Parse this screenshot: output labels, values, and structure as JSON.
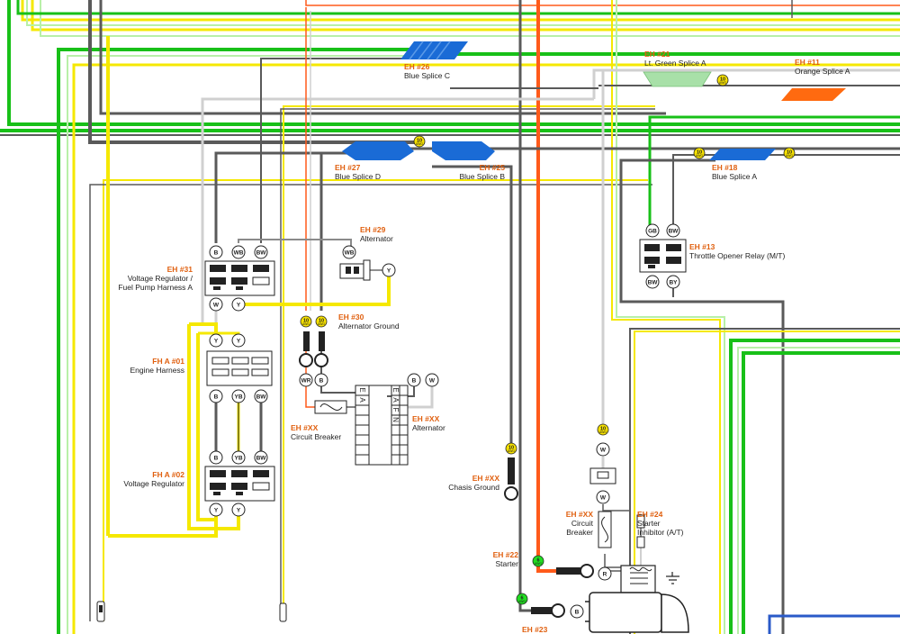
{
  "colors": {
    "black": "#222222",
    "dark_gray": "#5a5a5a",
    "gray": "#8a8a8a",
    "light_gray": "#d0d0d0",
    "green": "#18c018",
    "yellow": "#f5e800",
    "light_green": "#b8f0a8",
    "orange": "#ff5a1a",
    "blue_splice": "#1a6bd6",
    "green_splice": "#a8e0a8",
    "orange_splice": "#ff6a10",
    "code_text": "#e06010",
    "awg_marker": "#f5e000",
    "awg_marker_green": "#22dd22",
    "frame_blue": "#2a5ac8"
  },
  "splices": {
    "eh26": {
      "code": "EH #26",
      "name": "Blue Splice C"
    },
    "eh21": {
      "code": "EH #21",
      "name": "Lt. Green Splice A"
    },
    "eh11": {
      "code": "EH #11",
      "name": "Orange Splice A"
    },
    "eh27": {
      "code": "EH #27",
      "name": "Blue Splice D"
    },
    "eh25": {
      "code": "EH #25",
      "name": "Blue Splice B"
    },
    "eh18": {
      "code": "EH #18",
      "name": "Blue Splice A"
    }
  },
  "components": {
    "eh29": {
      "code": "EH #29",
      "name": "Alternator"
    },
    "eh13": {
      "code": "EH #13",
      "name": "Throttle Opener Relay (M/T)"
    },
    "eh31": {
      "code": "EH #31",
      "name_line1": "Voltage Regulator /",
      "name_line2": "Fuel Pump Harness A"
    },
    "eh30": {
      "code": "EH #30",
      "name": "Alternator Ground"
    },
    "fha01": {
      "code": "FH A #01",
      "name": "Engine Harness"
    },
    "fha02": {
      "code": "FH A #02",
      "name": "Voltage Regulator"
    },
    "cb1": {
      "code": "EH #XX",
      "name": "Circuit Breaker"
    },
    "alt": {
      "code": "EH #XX",
      "name": "Alternator"
    },
    "chasis": {
      "code": "EH #XX",
      "name": "Chasis Ground"
    },
    "cb2": {
      "code": "EH #XX",
      "name_line1": "Circuit",
      "name_line2": "Breaker"
    },
    "eh24": {
      "code": "EH #24",
      "name_line1": "Starter",
      "name_line2": "Inhibitor (A/T)"
    },
    "eh22": {
      "code": "EH #22",
      "name": "Starter"
    },
    "eh23": {
      "code": "EH #23"
    }
  },
  "pins": {
    "eh29": [
      "WB",
      "Y"
    ],
    "eh13_top": [
      "GB",
      "BW"
    ],
    "eh13_bottom": [
      "BW",
      "BY"
    ],
    "eh31_top": [
      "B",
      "WB",
      "BW"
    ],
    "eh31_bottom": [
      "W",
      "Y"
    ],
    "fha01_top": [
      "Y",
      "Y"
    ],
    "fha01_bottom": [
      "B",
      "YB",
      "BW"
    ],
    "fha02_top": [
      "B",
      "YB",
      "BW"
    ],
    "fha02_bottom": [
      "Y",
      "Y"
    ],
    "cb1": [
      "WR",
      "B"
    ],
    "alt": [
      "B",
      "W"
    ],
    "relay": [
      "W",
      "W"
    ],
    "starter": [
      "R",
      "B"
    ]
  },
  "awg": {
    "big": "10",
    "small_label": "AWG",
    "green": "6"
  },
  "alternator_block": {
    "left": [
      "E",
      "A"
    ],
    "right": [
      "E",
      "A",
      "F",
      "N"
    ]
  }
}
